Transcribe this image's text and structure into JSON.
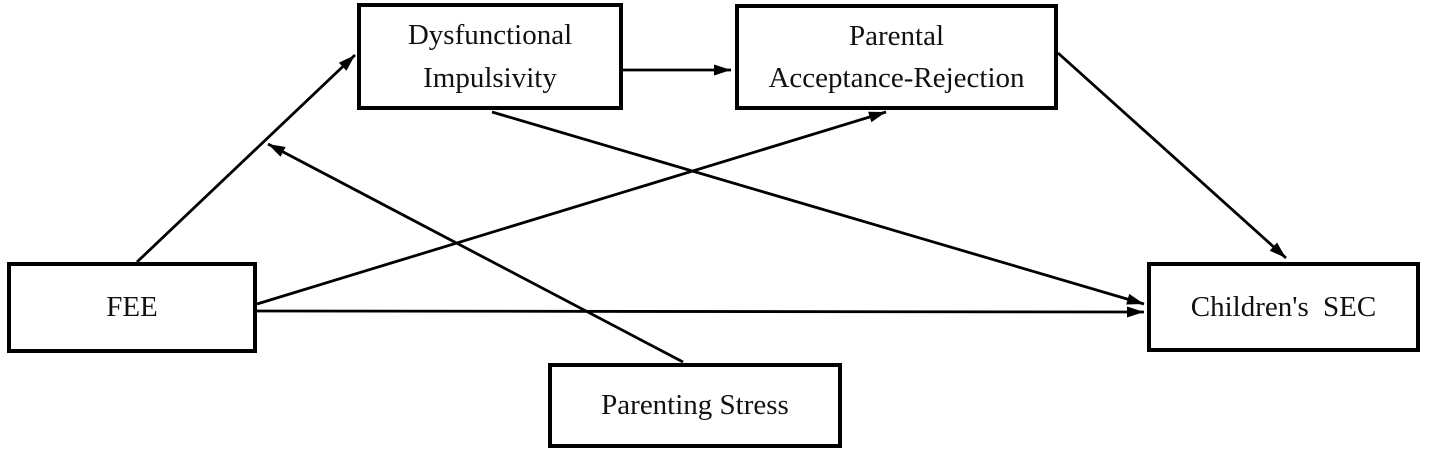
{
  "diagram": {
    "background_color": "#ffffff",
    "line_color": "#000000",
    "box_border_color": "#000000",
    "text_color": "#111111",
    "nodes": {
      "fee": {
        "label": "FEE"
      },
      "impulsivity": {
        "lines": [
          "Dysfunctional",
          "Impulsivity"
        ]
      },
      "acceptance": {
        "lines": [
          "Parental",
          "Acceptance-Rejection"
        ]
      },
      "sec": {
        "label": "Children's SEC"
      },
      "stress": {
        "label": "Parenting Stress"
      }
    },
    "edges": [
      {
        "id": "fee-to-impulsivity",
        "from": "fee",
        "to": "impulsivity"
      },
      {
        "id": "impulsivity-to-acceptance",
        "from": "impulsivity",
        "to": "acceptance"
      },
      {
        "id": "fee-to-acceptance",
        "from": "fee",
        "to": "acceptance"
      },
      {
        "id": "fee-to-sec",
        "from": "fee",
        "to": "sec"
      },
      {
        "id": "impulsivity-to-sec",
        "from": "impulsivity",
        "to": "sec"
      },
      {
        "id": "acceptance-to-sec",
        "from": "acceptance",
        "to": "sec"
      },
      {
        "id": "stress-to-fee-impulsivity-path",
        "from": "stress",
        "to": "fee-to-impulsivity"
      }
    ]
  }
}
